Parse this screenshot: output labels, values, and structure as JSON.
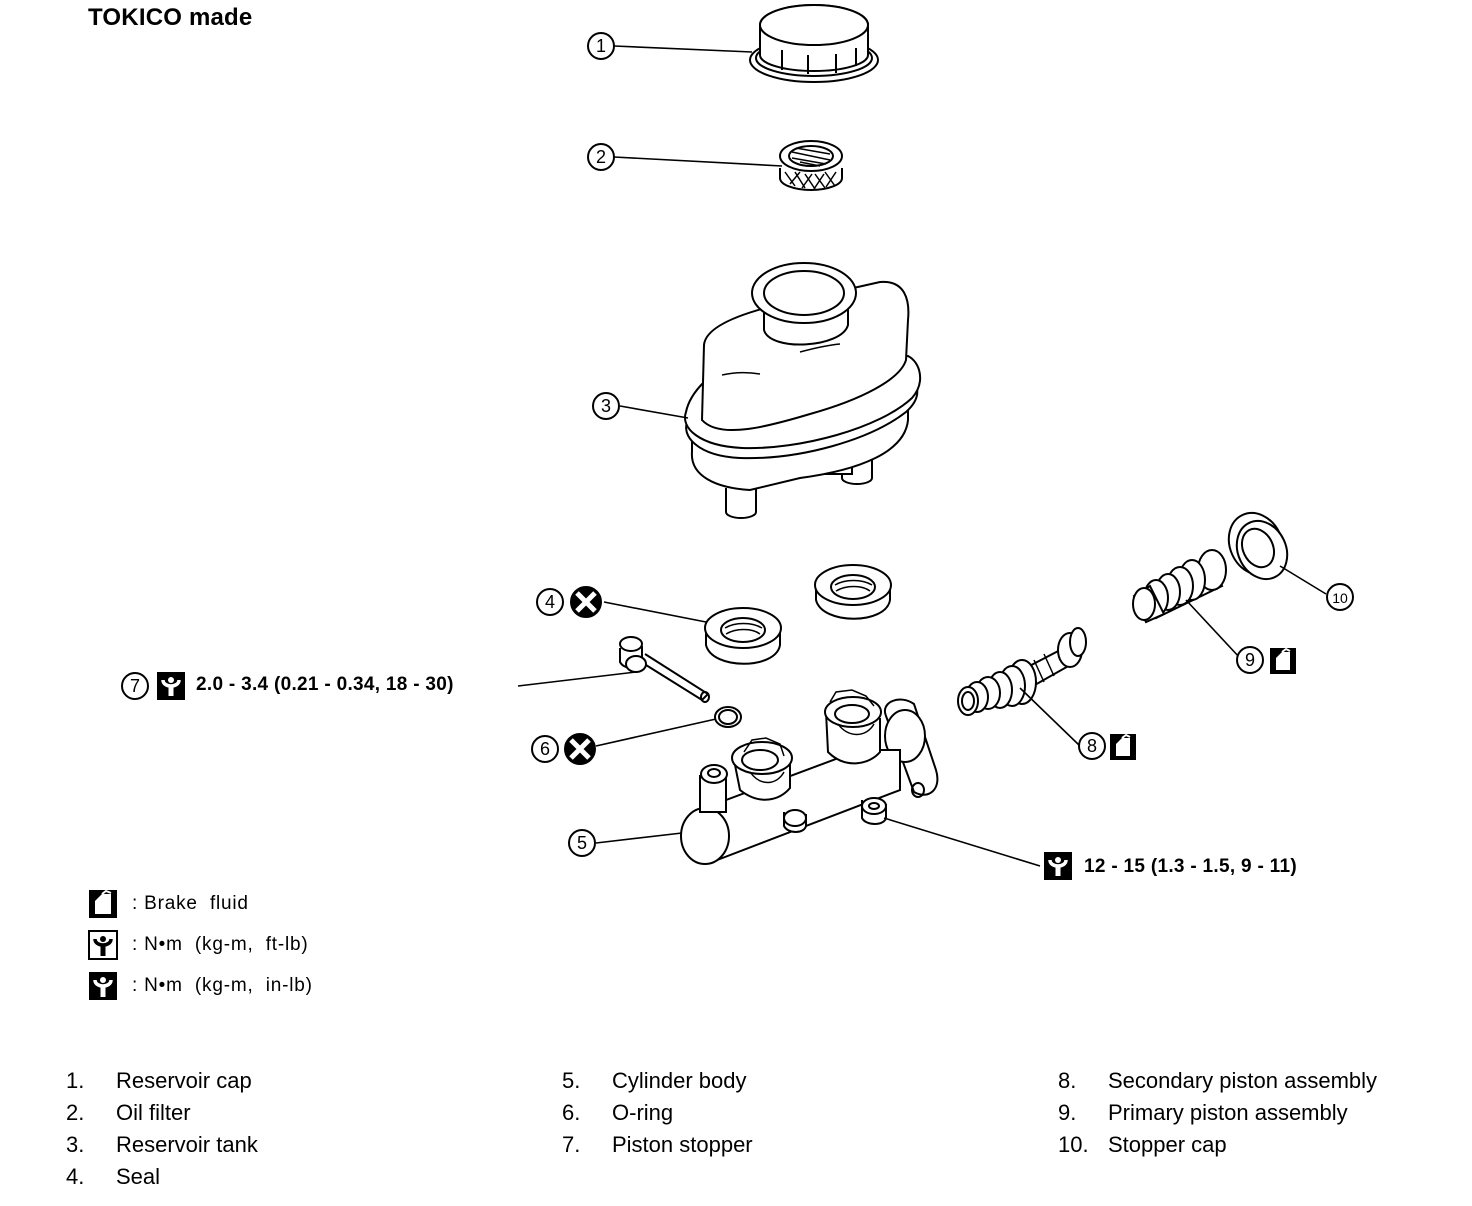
{
  "title": "TOKICO made",
  "torque_specs": {
    "piston_stopper": "2.0 - 3.4 (0.21 - 0.34, 18 - 30)",
    "cylinder_bolt": "12 - 15 (1.3 - 1.5, 9 - 11)"
  },
  "callouts": [
    "1",
    "2",
    "3",
    "4",
    "5",
    "6",
    "7",
    "8",
    "9",
    "10"
  ],
  "legend": [
    {
      "icon": "brake-fluid-icon",
      "text": ": Brake  fluid"
    },
    {
      "icon": "torque-ftlb-icon",
      "text": ": N•m  (kg-m,  ft-lb)"
    },
    {
      "icon": "torque-inlb-icon",
      "text": ": N•m  (kg-m,  in-lb)"
    }
  ],
  "parts": [
    {
      "num": "1.",
      "name": "Reservoir cap"
    },
    {
      "num": "2.",
      "name": "Oil filter"
    },
    {
      "num": "3.",
      "name": "Reservoir tank"
    },
    {
      "num": "4.",
      "name": "Seal"
    },
    {
      "num": "5.",
      "name": "Cylinder body"
    },
    {
      "num": "6.",
      "name": "O-ring"
    },
    {
      "num": "7.",
      "name": "Piston stopper"
    },
    {
      "num": "8.",
      "name": "Secondary piston assembly"
    },
    {
      "num": "9.",
      "name": "Primary piston assembly"
    },
    {
      "num": "10.",
      "name": "Stopper cap"
    }
  ]
}
